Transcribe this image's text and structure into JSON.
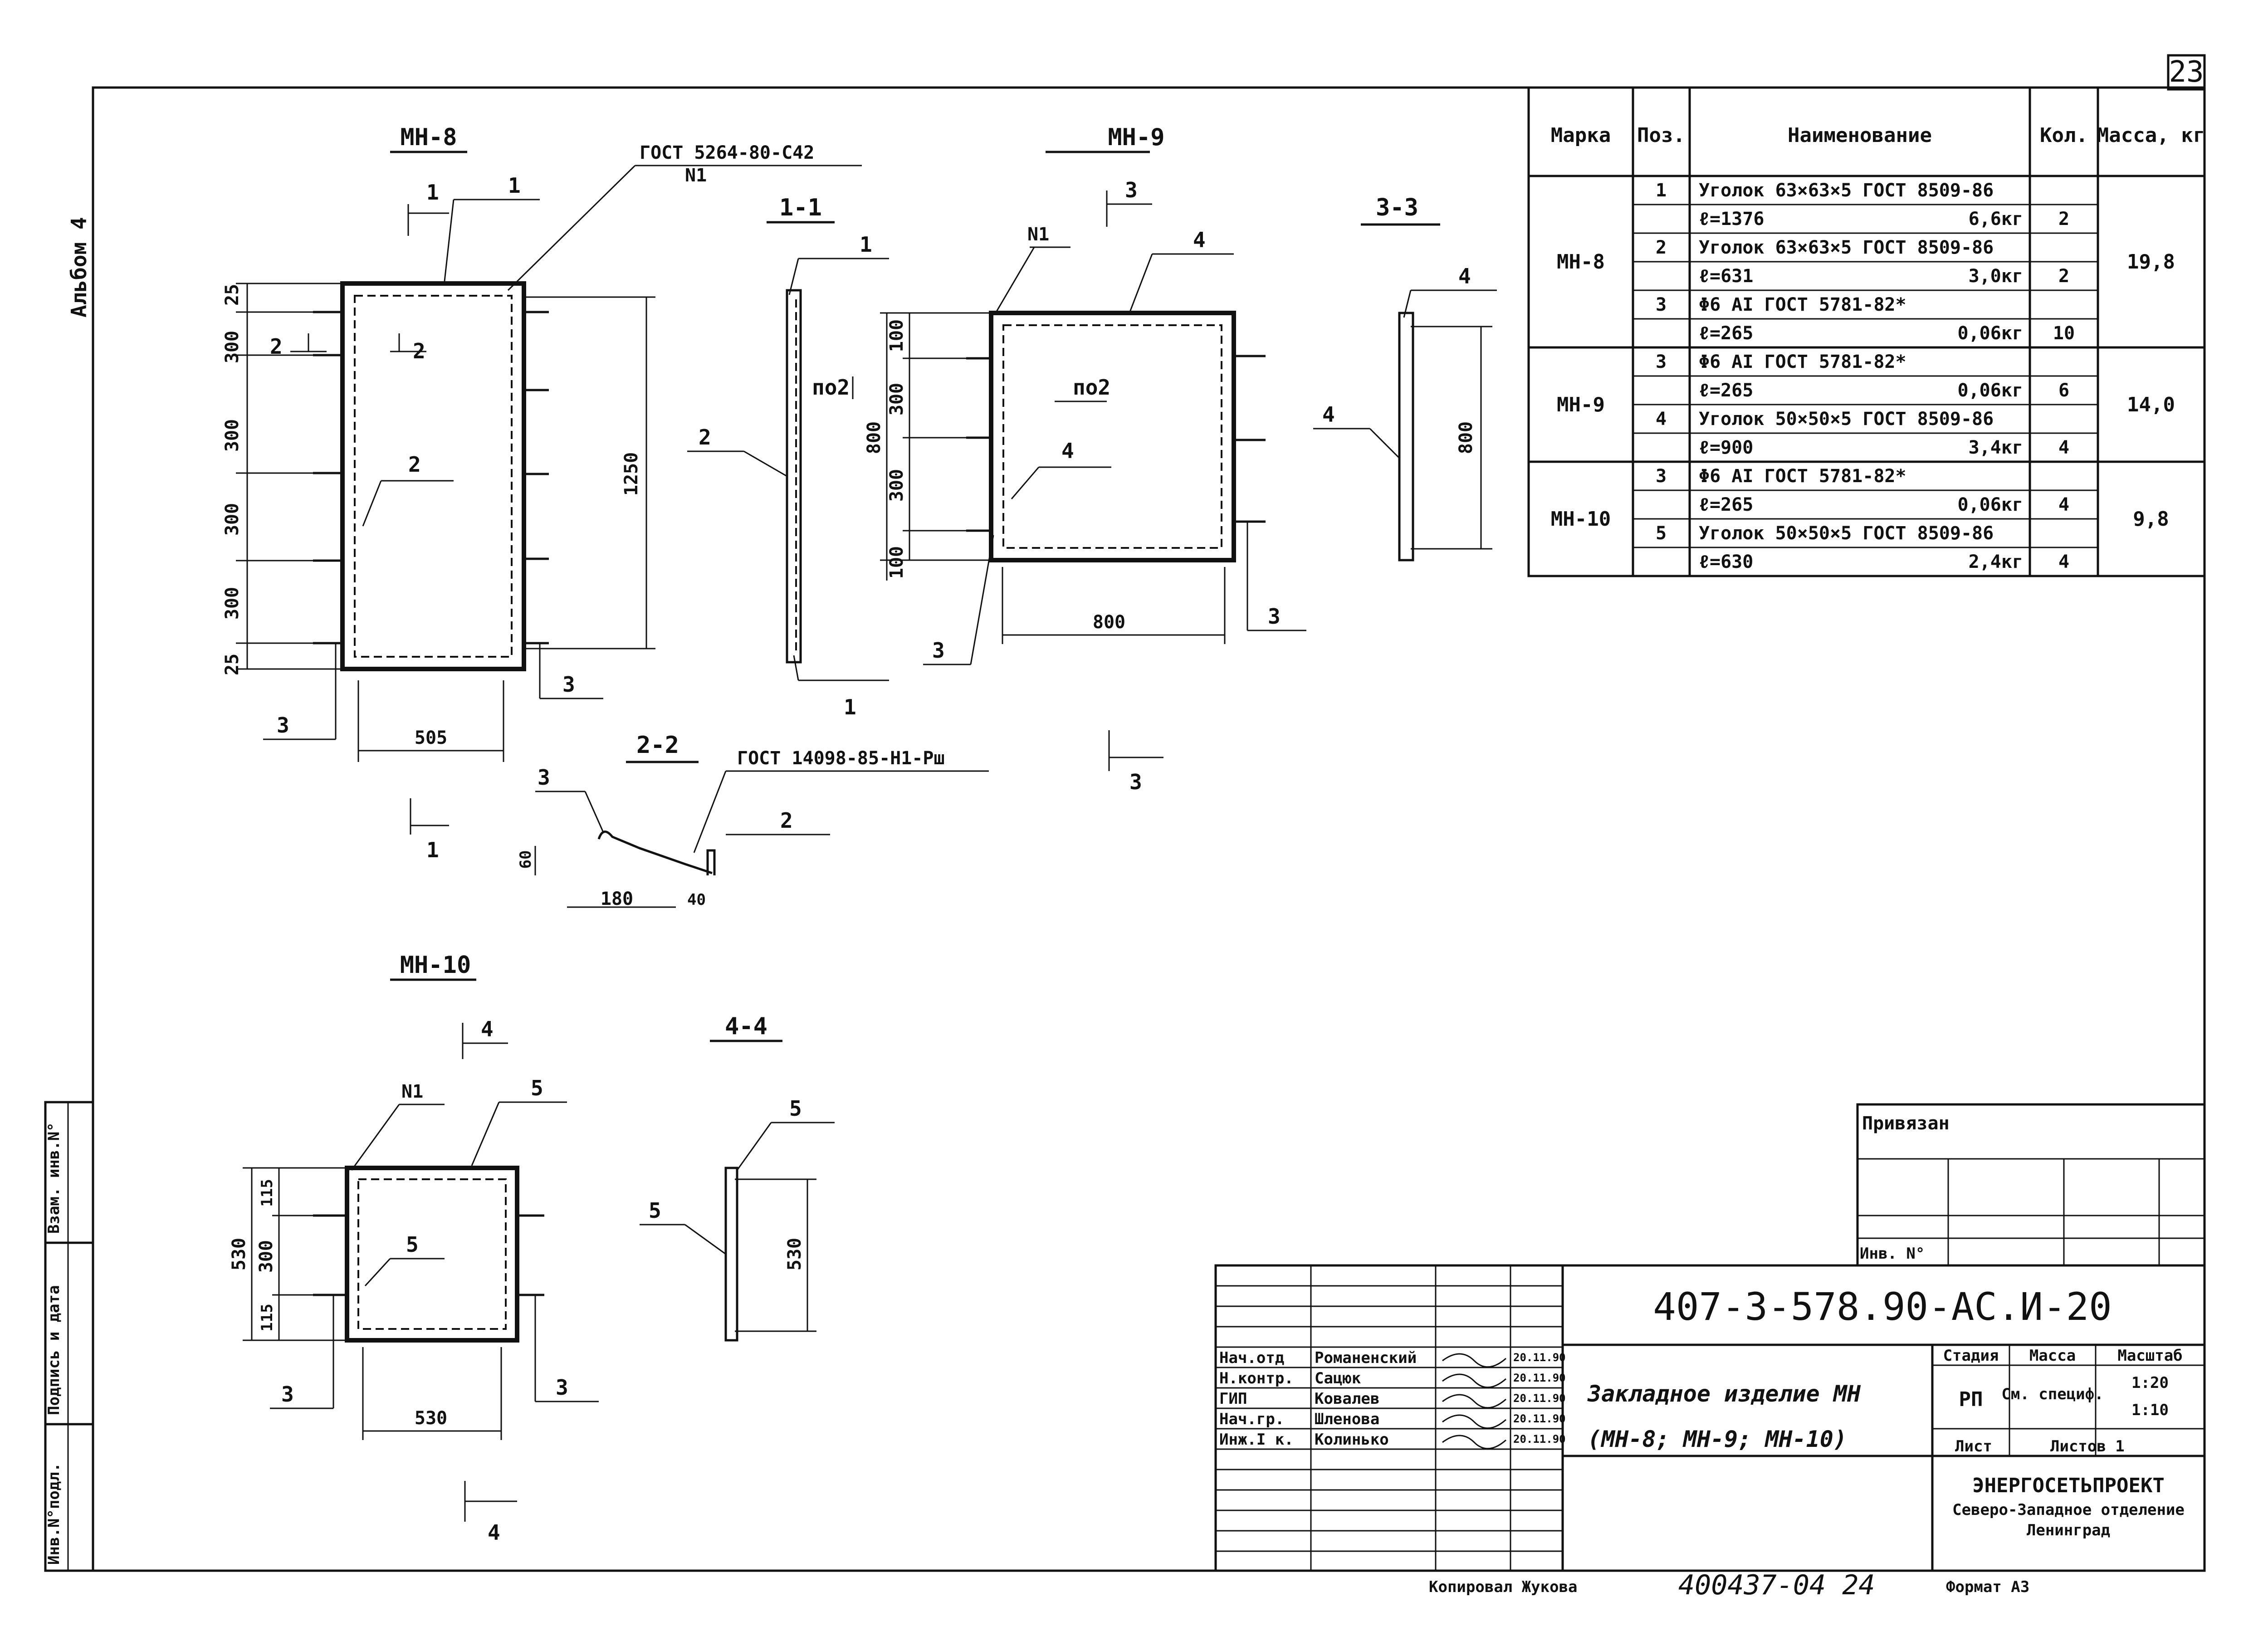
{
  "sheet_number": "23",
  "album_label": "Альбом 4",
  "side_stamp": [
    "Инв.N°подл.",
    "Подпись и дата",
    "Взам. инв.N°"
  ],
  "drawings": {
    "mn8": {
      "title": "МН-8",
      "gost_weld": "ГОСТ 5264-80-С42",
      "weld_n": "N1",
      "dims_vertical": [
        "25",
        "300",
        "300",
        "300",
        "300",
        "25"
      ],
      "dim_height": "1250",
      "dim_width": "505",
      "callouts": [
        "1",
        "2",
        "3",
        "3"
      ],
      "section_marks": [
        "1",
        "1",
        "2",
        "2"
      ]
    },
    "s11": {
      "title": "1-1",
      "callouts": [
        "1",
        "2",
        "1"
      ],
      "note": "по2"
    },
    "mn9": {
      "title": "МН-9",
      "weld_n": "N1",
      "dims_vertical": [
        "100",
        "300",
        "300",
        "100"
      ],
      "dim_height": "800",
      "dim_width": "800",
      "callouts": [
        "4",
        "4",
        "3",
        "3"
      ],
      "note": "по2",
      "section_marks": [
        "3",
        "3"
      ]
    },
    "s33": {
      "title": "3-3",
      "dim": "800",
      "callouts": [
        "4",
        "4"
      ]
    },
    "s22": {
      "title": "2-2",
      "gost": "ГОСТ 14098-85-Н1-Рш",
      "dims": [
        "60",
        "180",
        "40"
      ],
      "callouts": [
        "3",
        "2"
      ]
    },
    "mn10": {
      "title": "МН-10",
      "weld_n": "N1",
      "dims_vertical": [
        "115",
        "300",
        "115"
      ],
      "dim_height": "530",
      "dim_width": "530",
      "callouts": [
        "5",
        "5",
        "3",
        "3"
      ],
      "section_marks": [
        "4",
        "4"
      ]
    },
    "s44": {
      "title": "4-4",
      "dim": "530",
      "callouts": [
        "5",
        "5"
      ]
    }
  },
  "spec_table": {
    "headers": [
      "Марка",
      "Поз.",
      "Наименование",
      "Кол.",
      "Масса, кг"
    ],
    "groups": [
      {
        "mark": "МН-8",
        "mass": "19,8",
        "rows": [
          {
            "pos": "1",
            "name": "Уголок 63×63×5 ГОСТ 8509-86",
            "kg": "",
            "qty": ""
          },
          {
            "pos": "",
            "name": "ℓ=1376",
            "kg": "6,6кг",
            "qty": "2"
          },
          {
            "pos": "2",
            "name": "Уголок 63×63×5 ГОСТ 8509-86",
            "kg": "",
            "qty": ""
          },
          {
            "pos": "",
            "name": "ℓ=631",
            "kg": "3,0кг",
            "qty": "2"
          },
          {
            "pos": "3",
            "name": "Φ6 AI ГОСТ 5781-82*",
            "kg": "",
            "qty": ""
          },
          {
            "pos": "",
            "name": "ℓ=265",
            "kg": "0,06кг",
            "qty": "10"
          }
        ]
      },
      {
        "mark": "МН-9",
        "mass": "14,0",
        "rows": [
          {
            "pos": "3",
            "name": "Φ6 AI ГОСТ 5781-82*",
            "kg": "",
            "qty": ""
          },
          {
            "pos": "",
            "name": "ℓ=265",
            "kg": "0,06кг",
            "qty": "6"
          },
          {
            "pos": "4",
            "name": "Уголок 50×50×5 ГОСТ 8509-86",
            "kg": "",
            "qty": ""
          },
          {
            "pos": "",
            "name": "ℓ=900",
            "kg": "3,4кг",
            "qty": "4"
          }
        ]
      },
      {
        "mark": "МН-10",
        "mass": "9,8",
        "rows": [
          {
            "pos": "3",
            "name": "Φ6 AI ГОСТ 5781-82*",
            "kg": "",
            "qty": ""
          },
          {
            "pos": "",
            "name": "ℓ=265",
            "kg": "0,06кг",
            "qty": "4"
          },
          {
            "pos": "5",
            "name": "Уголок 50×50×5 ГОСТ 8509-86",
            "kg": "",
            "qty": ""
          },
          {
            "pos": "",
            "name": "ℓ=630",
            "kg": "2,4кг",
            "qty": "4"
          }
        ]
      }
    ]
  },
  "title_block": {
    "privyazan": "Привязан",
    "inv_no": "Инв. N°",
    "designation": "407-3-578.90-АС.И-20",
    "item_name_1": "Закладное изделие МН",
    "item_name_2": "(МН-8; МН-9; МН-10)",
    "stage_hdr": "Стадия",
    "mass_hdr": "Масса",
    "scale_hdr": "Масштаб",
    "stage": "РП",
    "mass": "См. специф.",
    "scale_1": "1:20",
    "scale_2": "1:10",
    "sheet_hdr": "Лист",
    "sheets_hdr": "Листов 1",
    "org_1": "ЭНЕРГОСЕТЬПРОЕКТ",
    "org_2": "Северо-Западное отделение",
    "org_3": "Ленинград",
    "people": [
      {
        "role": "Нач.отд",
        "name": "Романенский",
        "date": "20.11.90"
      },
      {
        "role": "Н.контр.",
        "name": "Сацюк",
        "date": "20.11.90"
      },
      {
        "role": "ГИП",
        "name": "Ковалев",
        "date": "20.11.90"
      },
      {
        "role": "Нач.гр.",
        "name": "Шленова",
        "date": "20.11.90"
      },
      {
        "role": "Инж.I к.",
        "name": "Колинько",
        "date": "20.11.90"
      }
    ]
  },
  "footer": {
    "copied": "Копировал Жукова",
    "code": "400437-04 24",
    "format": "Формат А3"
  }
}
